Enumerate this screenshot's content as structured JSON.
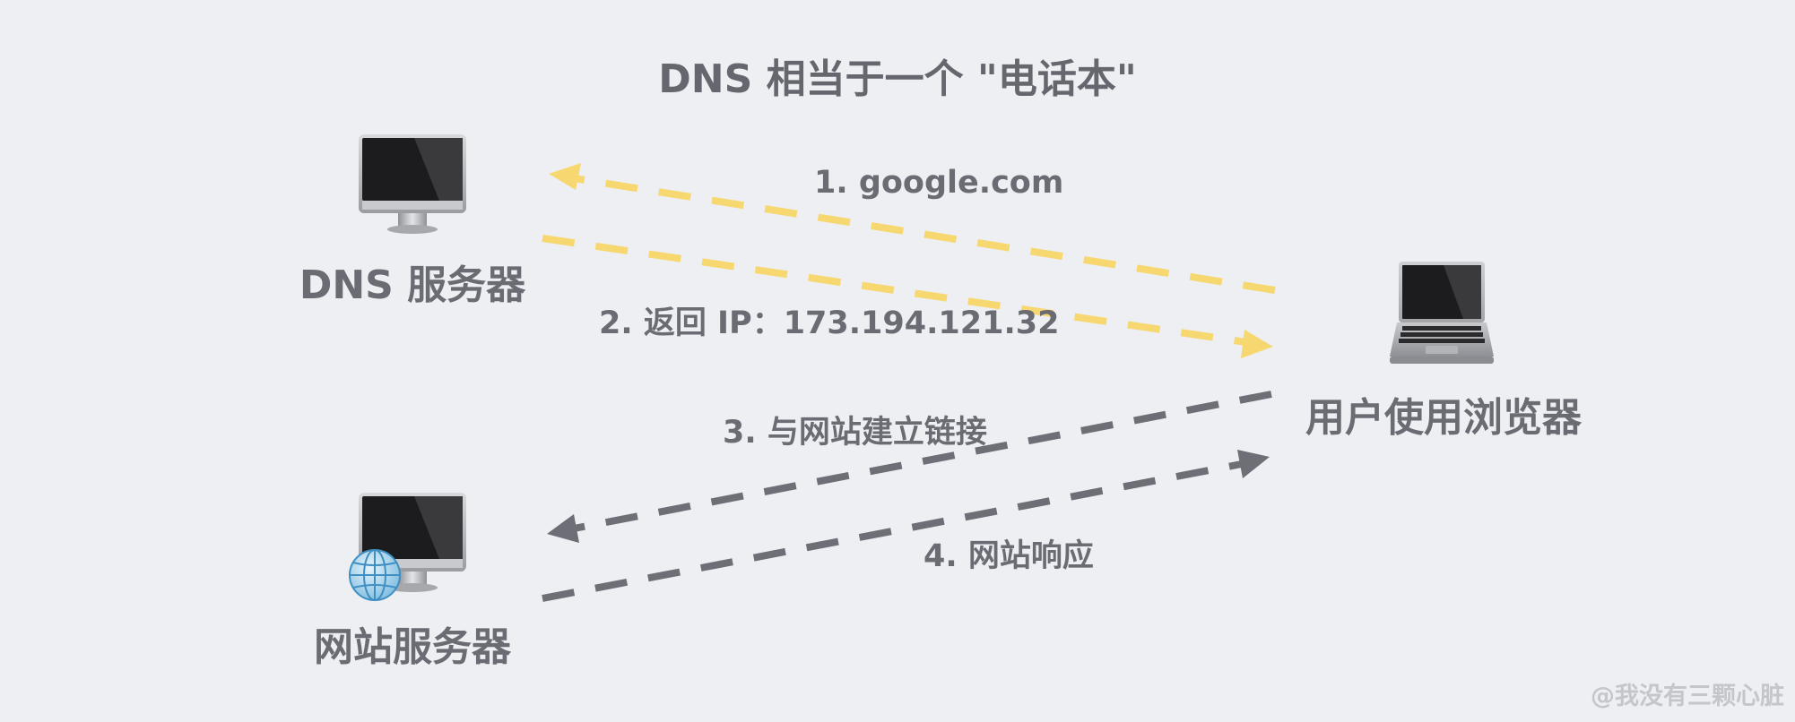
{
  "title": "DNS 相当于一个 \"电话本\"",
  "nodes": {
    "dns_server": {
      "label": "DNS 服务器",
      "icon": "desktop-computer-icon"
    },
    "web_server": {
      "label": "网站服务器",
      "icon": "desktop-computer-globe-icon"
    },
    "user_browser": {
      "label": "用户使用浏览器",
      "icon": "laptop-icon"
    }
  },
  "steps": [
    {
      "label": "1. google.com",
      "from": "user_browser",
      "to": "dns_server",
      "color": "#f7d76f"
    },
    {
      "label": "2. 返回 IP：173.194.121.32",
      "from": "dns_server",
      "to": "user_browser",
      "color": "#f7d76f"
    },
    {
      "label": "3. 与网站建立链接",
      "from": "user_browser",
      "to": "web_server",
      "color": "#6d6e76"
    },
    {
      "label": "4. 网站响应",
      "from": "web_server",
      "to": "user_browser",
      "color": "#6d6e76"
    }
  ],
  "watermark": "@我没有三颗心脏",
  "colors": {
    "background": "#edeff3",
    "request_response_dns": "#f7d76f",
    "request_response_web": "#6d6e76",
    "text": "#6b6c73"
  }
}
